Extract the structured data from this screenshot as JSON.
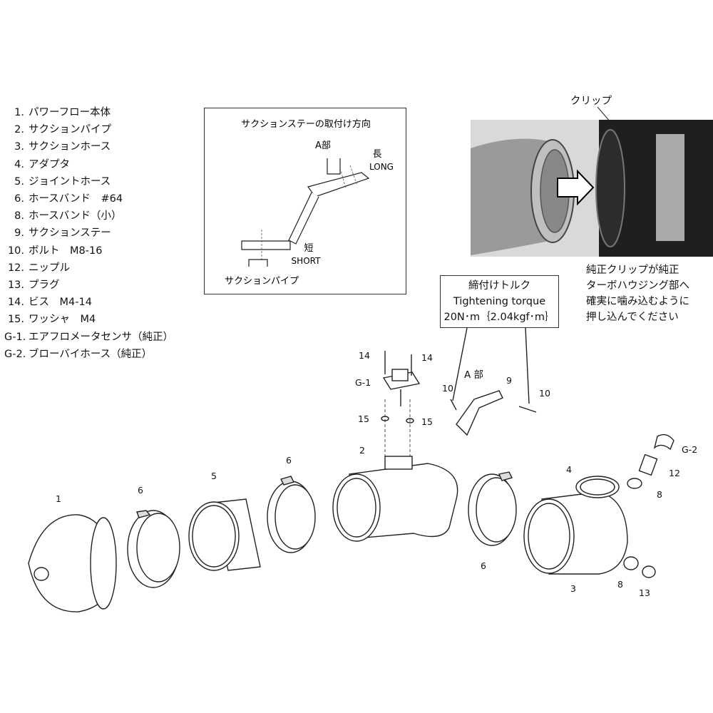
{
  "parts_list": [
    {
      "num": "1.",
      "name": "パワーフロー本体"
    },
    {
      "num": "2.",
      "name": "サクションパイプ"
    },
    {
      "num": "3.",
      "name": "サクションホース"
    },
    {
      "num": "4.",
      "name": "アダプタ"
    },
    {
      "num": "5.",
      "name": "ジョイントホース"
    },
    {
      "num": "6.",
      "name": "ホースバンド　#64"
    },
    {
      "num": "8.",
      "name": "ホースバンド（小）"
    },
    {
      "num": "9.",
      "name": "サクションステー"
    },
    {
      "num": "10.",
      "name": "ボルト　M8-16"
    },
    {
      "num": "12.",
      "name": "ニップル"
    },
    {
      "num": "13.",
      "name": "プラグ"
    },
    {
      "num": "14.",
      "name": "ビス　M4-14"
    },
    {
      "num": "15.",
      "name": "ワッシャ　M4"
    },
    {
      "num": "G-1.",
      "name": "エアフロメータセンサ（純正）"
    },
    {
      "num": "G-2.",
      "name": "ブローバイホース（純正）"
    }
  ],
  "stay_box": {
    "title": "サクションステーの取付け方向",
    "a_part": "A部",
    "long_jp": "長",
    "long_en": "LONG",
    "short_jp": "短",
    "short_en": "SHORT",
    "pipe_label": "サクションパイプ"
  },
  "torque": {
    "title": "締付けトルク",
    "title_en": "Tightening torque",
    "value": "20N･m｛2.04kgf･m｝"
  },
  "photo": {
    "clip_label": "クリップ",
    "note_lines": [
      "純正クリップが純正",
      "ターボハウジング部へ",
      "確実に噛み込むように",
      "押し込んでください"
    ]
  },
  "callouts": {
    "c1": "1",
    "c2": "2",
    "c3": "3",
    "c4": "4",
    "c5": "5",
    "c6a": "6",
    "c6b": "6",
    "c6c": "6",
    "c8a": "8",
    "c8b": "8",
    "c9": "9",
    "c10a": "10",
    "c10b": "10",
    "c12": "12",
    "c13": "13",
    "c14a": "14",
    "c14b": "14",
    "c15a": "15",
    "c15b": "15",
    "g1": "G-1",
    "g2": "G-2",
    "a_part": "A 部"
  }
}
